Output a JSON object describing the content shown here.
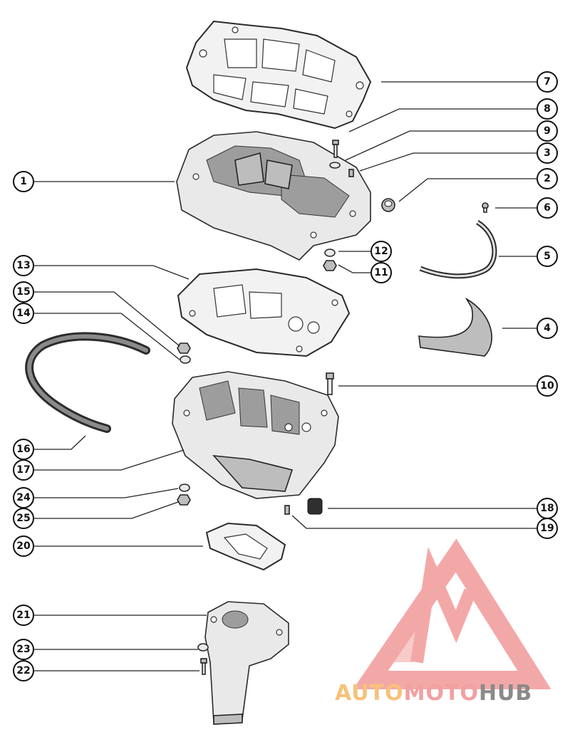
{
  "diagram": {
    "callouts": {
      "c1": "1",
      "c2": "2",
      "c3": "3",
      "c4": "4",
      "c5": "5",
      "c6": "6",
      "c7": "7",
      "c8": "8",
      "c9": "9",
      "c10": "10",
      "c11": "11",
      "c12": "12",
      "c13": "13",
      "c14": "14",
      "c15": "15",
      "c16": "16",
      "c17": "17",
      "c18": "18",
      "c19": "19",
      "c20": "20",
      "c21": "21",
      "c22": "22",
      "c23": "23",
      "c24": "24",
      "c25": "25"
    }
  },
  "watermark": {
    "part1": "AUTO",
    "part2": "MOTO",
    "part3": "HUB",
    "color_light": "#f6c27a",
    "color_mid": "#f2a0a0",
    "color_dark": "#8a8a8a",
    "triangle_color": "#f29a9a"
  }
}
